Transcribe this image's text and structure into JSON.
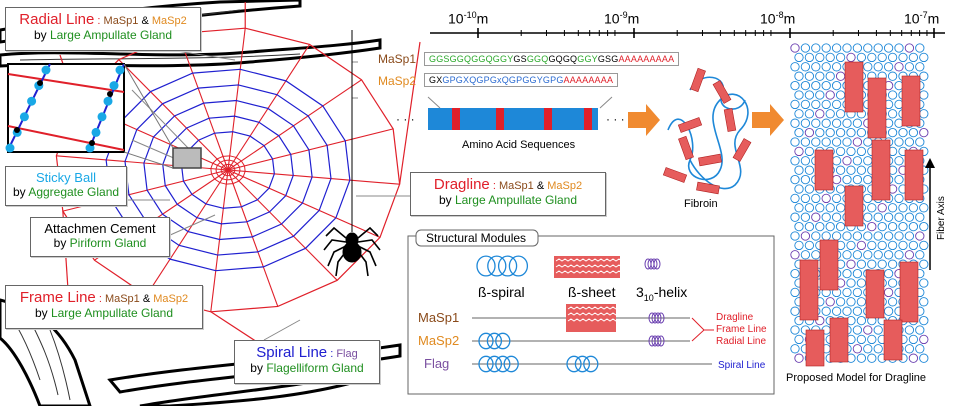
{
  "labels": {
    "radial": {
      "title": "Radial Line",
      "sep": " : ",
      "p1": "MaSp1",
      "amp": " & ",
      "p2": "MaSp2",
      "by": "by ",
      "gland": "Large Ampullate Gland"
    },
    "sticky": {
      "title": "Sticky Ball",
      "by": "by ",
      "gland": "Aggregate Gland"
    },
    "cement": {
      "title": "Attachmen Cement",
      "by": "by ",
      "gland": "Piriform Gland"
    },
    "frame": {
      "title": "Frame Line",
      "sep": " : ",
      "p1": "MaSp1",
      "amp": " & ",
      "p2": "MaSp2",
      "by": "by ",
      "gland": "Large Ampullate Gland"
    },
    "spiral": {
      "title": "Spiral Line",
      "sep": " : ",
      "p1": "Flag",
      "by": "by ",
      "gland": "Flagelliform Gland"
    },
    "dragline": {
      "title": "Dragline",
      "sep": " : ",
      "p1": "MaSp1",
      "amp": " & ",
      "p2": "MaSp2",
      "by": "by ",
      "gland": "Large Ampullate Gland"
    }
  },
  "scale": {
    "ticks": [
      {
        "base": "10",
        "exp": "-10",
        "unit": "m"
      },
      {
        "base": "10",
        "exp": "-9",
        "unit": "m"
      },
      {
        "base": "10",
        "exp": "-8",
        "unit": "m"
      },
      {
        "base": "10",
        "exp": "-7",
        "unit": "m"
      }
    ]
  },
  "sequences": {
    "masp1_label": "MaSp1",
    "masp2_label": "MaSp2",
    "masp1": [
      {
        "text": "GGSGGQGGQGGY",
        "color": "#2aa82a"
      },
      {
        "text": "GS",
        "color": "#000000"
      },
      {
        "text": "GGQ",
        "color": "#2aa82a"
      },
      {
        "text": "GQGQ",
        "color": "#000000"
      },
      {
        "text": "GGY",
        "color": "#2aa82a"
      },
      {
        "text": "GSG",
        "color": "#000000"
      },
      {
        "text": "AAAAAAAAA",
        "color": "#e0202a"
      }
    ],
    "masp2": [
      {
        "text": "GX",
        "color": "#000000"
      },
      {
        "text": "GPGXQGPGxQGPGGYGPG",
        "color": "#2a6ad0"
      },
      {
        "text": "AAAAAAAA",
        "color": "#e0202a"
      }
    ],
    "dots_left": "· · ·",
    "dots_right": "· · ·",
    "caption": "Amino Acid Sequences"
  },
  "fibroin_caption": "Fibroin",
  "model_caption": "Proposed Model for Dragline",
  "fiber_axis": "Fiber Axis",
  "modules": {
    "title": "Structural Modules",
    "spiral": "ß-spiral",
    "sheet": "ß-sheet",
    "helix_base": "3",
    "helix_sub": "10",
    "helix_tail": "-helix",
    "rows": [
      {
        "name": "MaSp1",
        "color": "#8a4a1a"
      },
      {
        "name": "MaSp2",
        "color": "#e08a20"
      },
      {
        "name": "Flag",
        "color": "#7a4fa0"
      }
    ],
    "out_red": [
      "Dragline",
      "Frame Line",
      "Radial Line"
    ],
    "out_blue": "Spiral Line"
  },
  "colors": {
    "red": "#e0202a",
    "blue": "#2020d0",
    "sky": "#19a8e6",
    "orange": "#f08a30"
  }
}
